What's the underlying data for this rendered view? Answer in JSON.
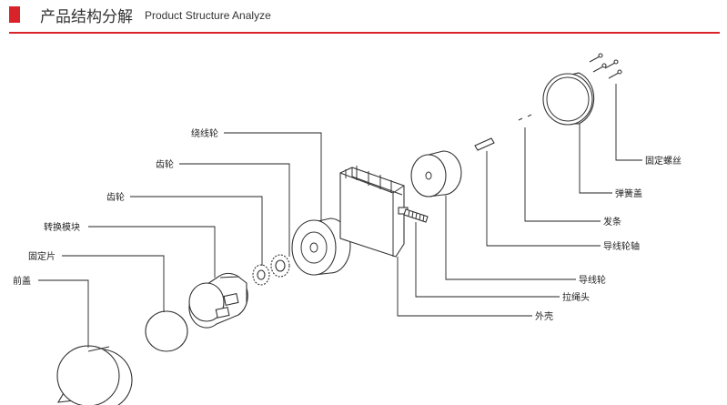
{
  "header": {
    "title": "产品结构分解",
    "subtitle": "Product Structure Analyze",
    "accent_color": "#d9232a"
  },
  "labels": {
    "rao_xian_lun": "绕线轮",
    "chi_lun_1": "齿轮",
    "chi_lun_2": "齿轮",
    "zhuan_huan_mo_kuai": "转换模块",
    "gu_ding_pian": "固定片",
    "qian_gai": "前盖",
    "gu_ding_luo_si": "固定螺丝",
    "dan_huang_gai": "弹簧盖",
    "fa_tiao": "发条",
    "dao_xian_lun_zhou": "导线轮轴",
    "dao_xian_lun": "导线轮",
    "la_sheng_tou": "拉绳头",
    "wai_ke": "外壳"
  }
}
